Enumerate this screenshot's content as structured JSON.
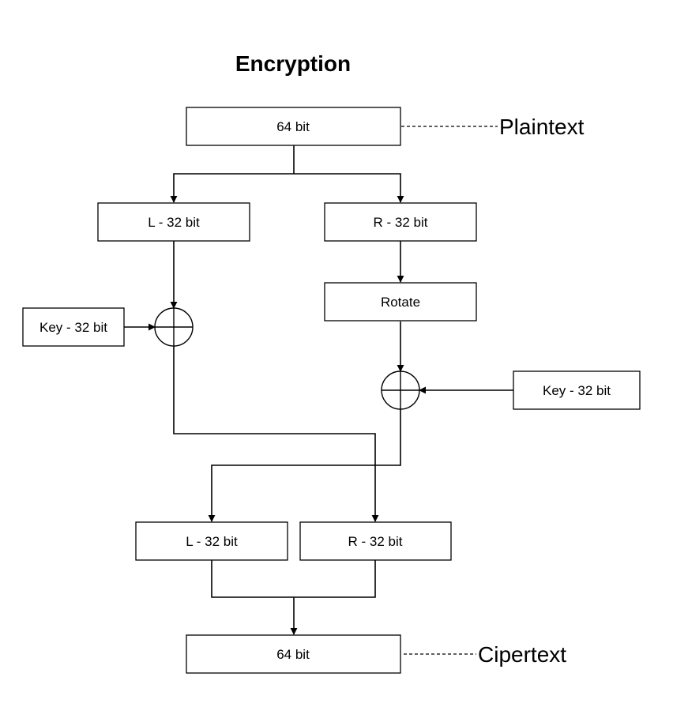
{
  "title": "Encryption",
  "labels": {
    "plaintext": "Plaintext",
    "ciphertext": "Cipertext"
  },
  "nodes": {
    "input_block": "64 bit",
    "left_half": "L - 32 bit",
    "right_half": "R - 32 bit",
    "rotate": "Rotate",
    "key_left": "Key - 32 bit",
    "key_right": "Key - 32 bit",
    "swapped_left": "L - 32 bit",
    "swapped_right": "R - 32 bit",
    "output_block": "64 bit"
  },
  "operators": {
    "xor_left": "xor",
    "xor_right": "xor"
  },
  "colors": {
    "stroke": "#000000",
    "background": "#ffffff"
  }
}
